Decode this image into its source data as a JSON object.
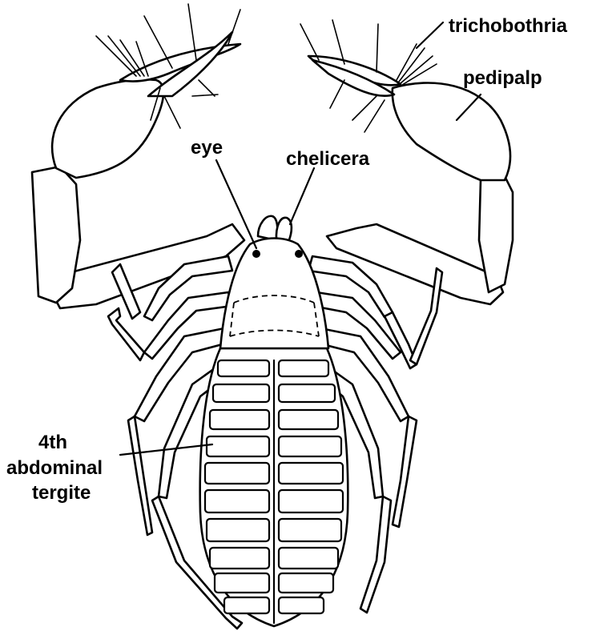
{
  "figure": {
    "subject": "pseudoscorpion",
    "labels": {
      "trichobothria": "trichobothria",
      "pedipalp": "pedipalp",
      "eye": "eye",
      "chelicera": "chelicera",
      "tergite_line1": "4th",
      "tergite_line2": "abdominal",
      "tergite_line3": "tergite"
    }
  }
}
